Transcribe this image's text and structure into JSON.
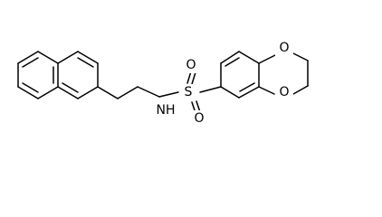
{
  "structure": {
    "atoms": [
      {
        "id": "O1",
        "symbol": "O"
      },
      {
        "id": "O2",
        "symbol": "O"
      },
      {
        "id": "S",
        "symbol": "S"
      },
      {
        "id": "O3",
        "symbol": "O"
      },
      {
        "id": "O4",
        "symbol": "O"
      },
      {
        "id": "NH",
        "symbol": "NH"
      }
    ]
  }
}
